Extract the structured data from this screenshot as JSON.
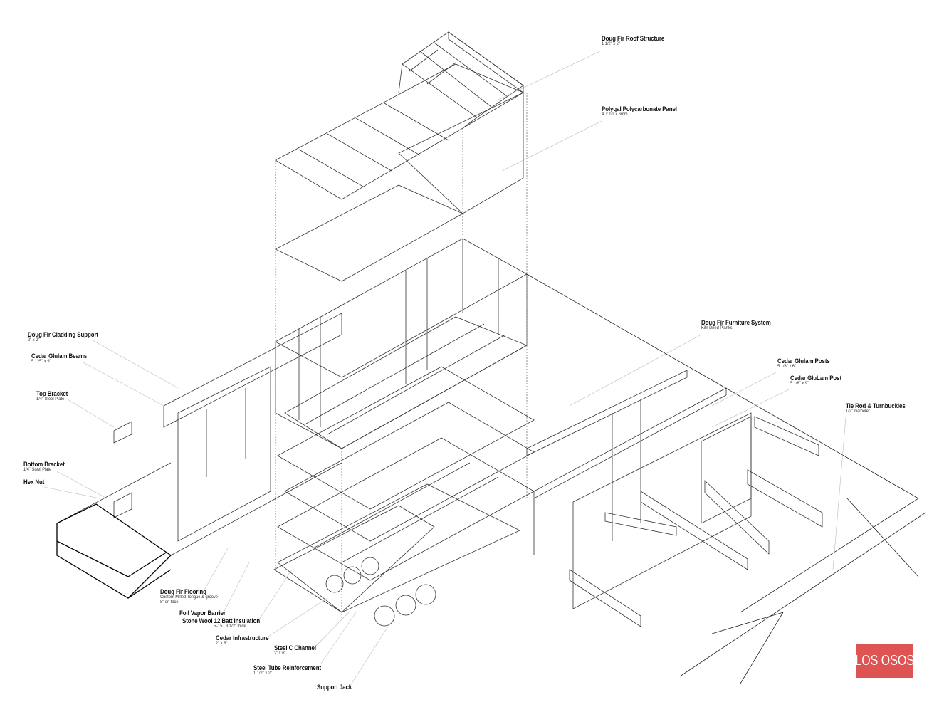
{
  "colors": {
    "logo_bg": "#dd5452",
    "line": "#333333",
    "leader": "#bbbbbb"
  },
  "logo": {
    "text": "LOS OSOS"
  },
  "labels": {
    "roof_structure": {
      "title": "Doug Fir Roof Structure",
      "sub": "1 1/2\" x 2\""
    },
    "polycarbonate": {
      "title": "Polygal Polycarbonate Panel",
      "sub": "4' x 10' x 6mm"
    },
    "furniture": {
      "title": "Doug Fir Furniture System",
      "sub": "Kiln Dried Planks"
    },
    "glulam_posts": {
      "title": "Cedar  Glulam Posts",
      "sub": "5 1/8\" x 6\""
    },
    "glulam_post": {
      "title": "Cedar GluLam Post",
      "sub": "5 1/8\" x 9\""
    },
    "tie_rod": {
      "title": "Tie Rod & Turnbuckles",
      "sub": "1/2\" diameter"
    },
    "cladding": {
      "title": "Doug Fir Cladding Support",
      "sub": "2\" x 2\""
    },
    "beams": {
      "title": "Cedar Glulam Beams",
      "sub": "5.125\" x 9\""
    },
    "top_bracket": {
      "title": "Top Bracket",
      "sub": "1/4\" Steel Plate"
    },
    "bottom_bracket": {
      "title": "Bottom Bracket",
      "sub": "1/4\" Steel Plate"
    },
    "hex_nut": {
      "title": "Hex Nut"
    },
    "flooring": {
      "title": "Doug Fir Flooring",
      "sub": "Custom Milled Tongue & groove",
      "sub2": "8\" on face"
    },
    "vapor": {
      "title": "Foil Vapor Barrier"
    },
    "insulation": {
      "title": "Stone Wool 12 Batt Insulation",
      "sub": "R-15 , 3 1/2\" thick"
    },
    "infrastructure": {
      "title": "Cedar Infrastructure",
      "sub": "2\" x 6\""
    },
    "c_channel": {
      "title": "Steel C Channel",
      "sub": "2\" x 6\""
    },
    "tube": {
      "title": "Steel Tube Reinforcement",
      "sub": "1 1/2\" x 2\""
    },
    "jack": {
      "title": "Support Jack"
    }
  }
}
